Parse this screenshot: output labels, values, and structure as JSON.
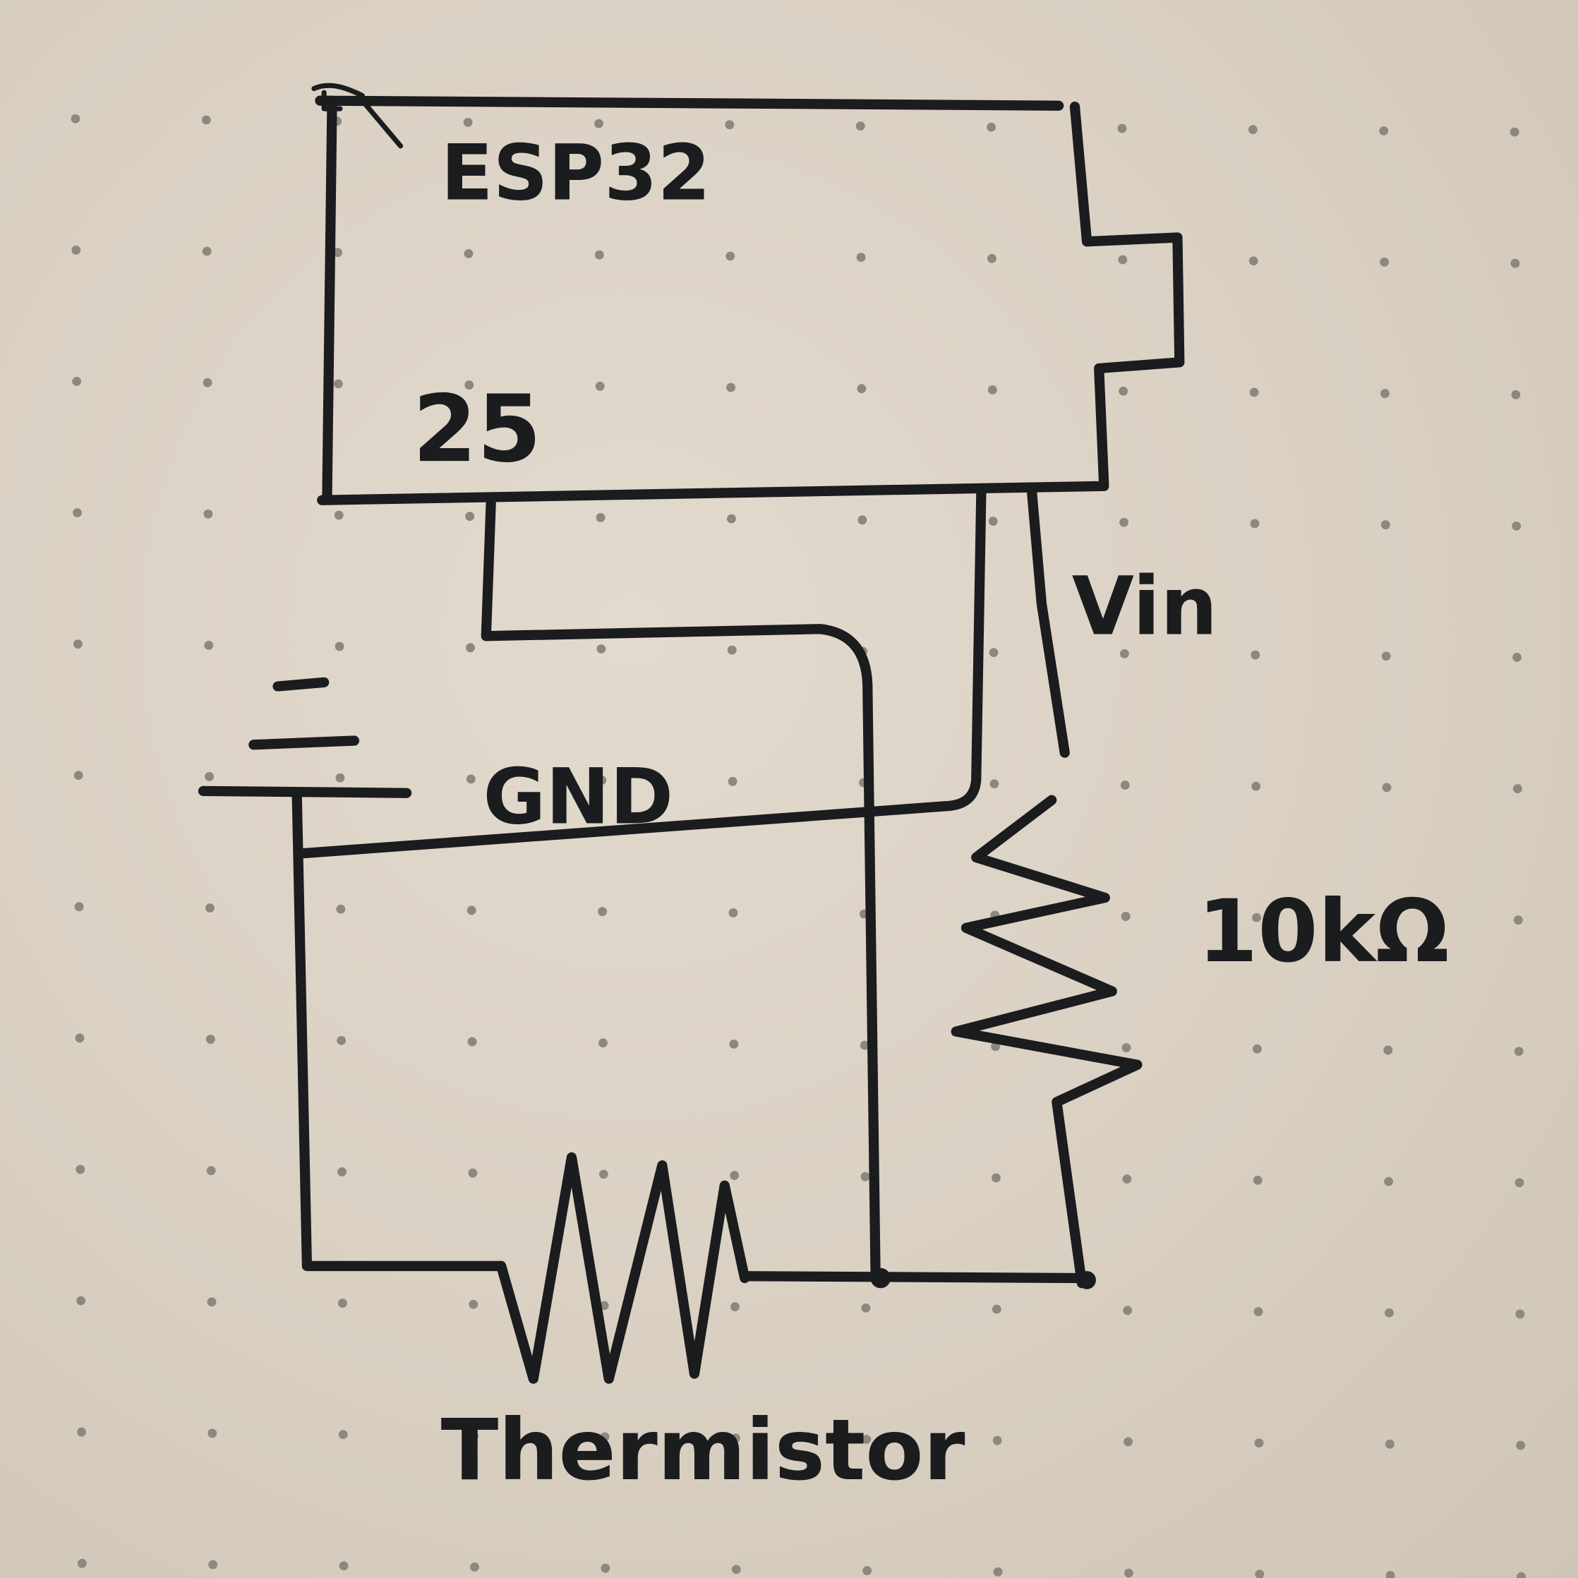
{
  "diagram": {
    "title": "ESP32 thermistor circuit sketch",
    "labels": {
      "mcu": "ESP32",
      "pin": "25",
      "vin": "Vin",
      "gnd": "GND",
      "resistor": "10kΩ",
      "thermistor": "Thermistor"
    },
    "colors": {
      "paper": "#ddd5c8",
      "ink": "#1a1c1e",
      "grid_dot": "#8c877f"
    }
  }
}
